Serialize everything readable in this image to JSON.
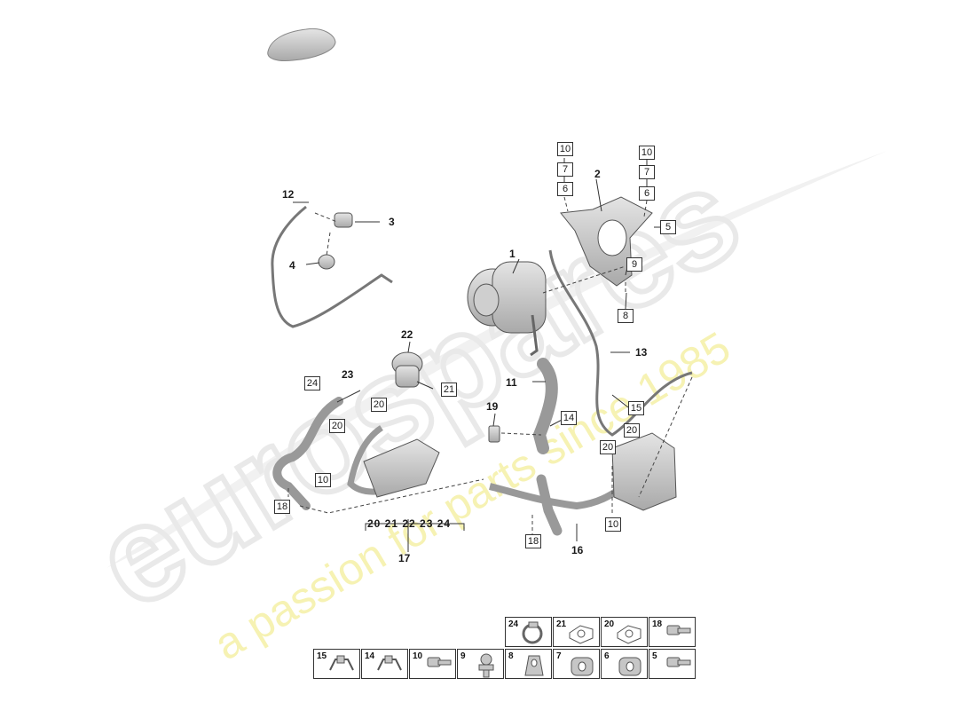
{
  "watermark": {
    "brand": "eurospares",
    "tagline": "a passion for parts since 1985"
  },
  "callouts": {
    "c1": "1",
    "c2": "2",
    "c3": "3",
    "c4": "4",
    "c11": "11",
    "c12": "12",
    "c13": "13",
    "c16": "16",
    "c17": "17",
    "c19": "19",
    "c22": "22",
    "c23": "23"
  },
  "boxed": {
    "b10a": "10",
    "b7a": "7",
    "b6a": "6",
    "b10b": "10",
    "b7b": "7",
    "b6b": "6",
    "b5": "5",
    "b9": "9",
    "b8": "8",
    "b24": "24",
    "b21": "21",
    "b20a": "20",
    "b20b": "20",
    "b10c": "10",
    "b18a": "18",
    "b14": "14",
    "b15": "15",
    "b20c": "20",
    "b20d": "20",
    "b10d": "10",
    "b18b": "18"
  },
  "group17": "20  21  22  23  24",
  "legend": {
    "top": [
      "24",
      "21",
      "20",
      "18"
    ],
    "bottom": [
      "15",
      "14",
      "10",
      "9",
      "8",
      "7",
      "6",
      "5"
    ]
  },
  "colors": {
    "part_fill": "#c8c8c8",
    "part_stroke": "#555555",
    "watermark_grey": "#ececec",
    "watermark_yellow": "#f5f0a8"
  }
}
